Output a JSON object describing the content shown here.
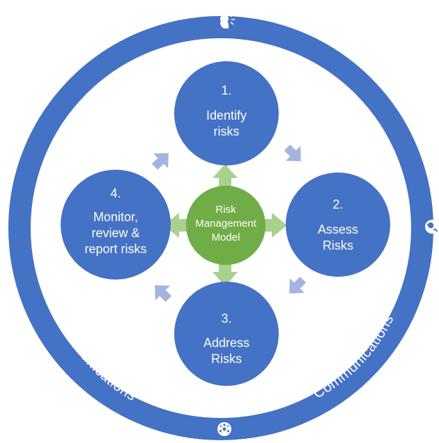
{
  "diagram": {
    "ring_labels": [
      "Communications",
      "Communications",
      "Communications",
      "Communications"
    ],
    "center": {
      "lines": [
        "Risk",
        "Management",
        "Model"
      ]
    },
    "steps": [
      {
        "number": "1.",
        "lines": [
          "Identify",
          "risks"
        ]
      },
      {
        "number": "2.",
        "lines": [
          "Assess",
          "Risks"
        ]
      },
      {
        "number": "3.",
        "lines": [
          "Address",
          "Risks"
        ]
      },
      {
        "number": "4.",
        "lines": [
          "Monitor,",
          "review &",
          "report risks"
        ]
      }
    ],
    "icons": {
      "top": "speaking-head-icon",
      "right": "globe-icon",
      "bottom": "network-hub-icon",
      "left": "people-conversation-icon"
    },
    "colors": {
      "ring": "#4472c4",
      "step_circle": "#4472c4",
      "center_circle": "#70ad47",
      "center_arrows": "#a9d18e",
      "cycle_arrows": "#a4b4de",
      "text": "#ffffff"
    }
  }
}
